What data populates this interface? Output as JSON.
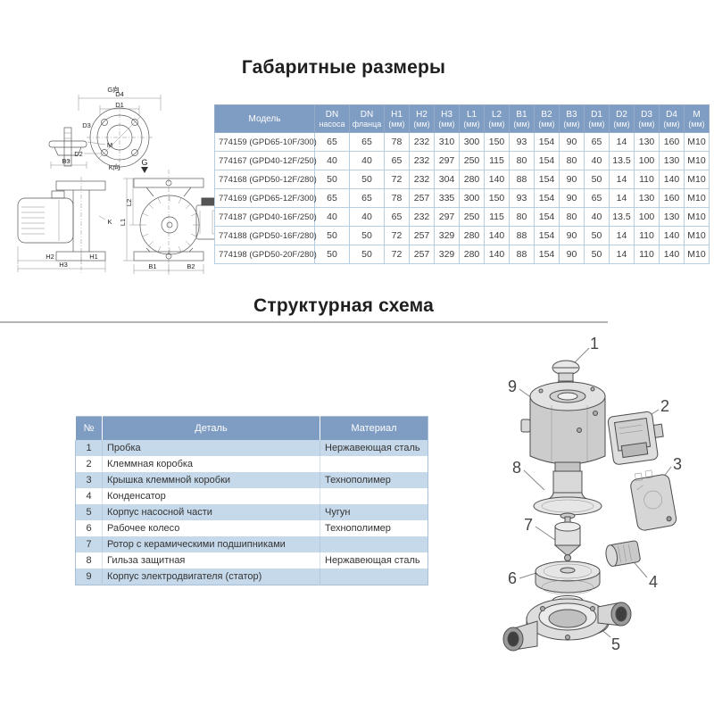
{
  "sections": {
    "dimensions_title": "Габаритные размеры",
    "structure_title": "Структурная схема"
  },
  "dims_table": {
    "headers": [
      {
        "a": "Модель",
        "b": ""
      },
      {
        "a": "DN",
        "b": "насоса"
      },
      {
        "a": "DN",
        "b": "фланца"
      },
      {
        "a": "H1",
        "b": "(мм)"
      },
      {
        "a": "H2",
        "b": "(мм)"
      },
      {
        "a": "H3",
        "b": "(мм)"
      },
      {
        "a": "L1",
        "b": "(мм)"
      },
      {
        "a": "L2",
        "b": "(мм)"
      },
      {
        "a": "B1",
        "b": "(мм)"
      },
      {
        "a": "B2",
        "b": "(мм)"
      },
      {
        "a": "B3",
        "b": "(мм)"
      },
      {
        "a": "D1",
        "b": "(мм)"
      },
      {
        "a": "D2",
        "b": "(мм)"
      },
      {
        "a": "D3",
        "b": "(мм)"
      },
      {
        "a": "D4",
        "b": "(мм)"
      },
      {
        "a": "M",
        "b": "(мм)"
      }
    ],
    "rows": [
      [
        "774159 (GPD65-10F/300)",
        "65",
        "65",
        "78",
        "232",
        "310",
        "300",
        "150",
        "93",
        "154",
        "90",
        "65",
        "14",
        "130",
        "160",
        "M10"
      ],
      [
        "774167 (GPD40-12F/250)",
        "40",
        "40",
        "65",
        "232",
        "297",
        "250",
        "115",
        "80",
        "154",
        "80",
        "40",
        "13.5",
        "100",
        "130",
        "M10"
      ],
      [
        "774168 (GPD50-12F/280)",
        "50",
        "50",
        "72",
        "232",
        "304",
        "280",
        "140",
        "88",
        "154",
        "90",
        "50",
        "14",
        "110",
        "140",
        "M10"
      ],
      [
        "774169 (GPD65-12F/300)",
        "65",
        "65",
        "78",
        "257",
        "335",
        "300",
        "150",
        "93",
        "154",
        "90",
        "65",
        "14",
        "130",
        "160",
        "M10"
      ],
      [
        "774187 (GPD40-16F/250)",
        "40",
        "40",
        "65",
        "232",
        "297",
        "250",
        "115",
        "80",
        "154",
        "80",
        "40",
        "13.5",
        "100",
        "130",
        "M10"
      ],
      [
        "774188 (GPD50-16F/280)",
        "50",
        "50",
        "72",
        "257",
        "329",
        "280",
        "140",
        "88",
        "154",
        "90",
        "50",
        "14",
        "110",
        "140",
        "M10"
      ],
      [
        "774198 (GPD50-20F/280)",
        "50",
        "50",
        "72",
        "257",
        "329",
        "280",
        "140",
        "88",
        "154",
        "90",
        "50",
        "14",
        "110",
        "140",
        "M10"
      ]
    ]
  },
  "parts_table": {
    "headers": [
      "№",
      "Деталь",
      "Материал"
    ],
    "rows": [
      [
        "1",
        "Пробка",
        "Нержавеющая сталь"
      ],
      [
        "2",
        "Клеммная коробка",
        ""
      ],
      [
        "3",
        "Крышка клеммной коробки",
        "Технополимер"
      ],
      [
        "4",
        "Конденсатор",
        ""
      ],
      [
        "5",
        "Корпус насосной части",
        "Чугун"
      ],
      [
        "6",
        "Рабочее колесо",
        "Технополимер"
      ],
      [
        "7",
        "Ротор с керамическими подшипниками",
        ""
      ],
      [
        "8",
        "Гильза защитная",
        "Нержавеющая сталь"
      ],
      [
        "9",
        "Корпус электродвигателя (статор)",
        ""
      ]
    ]
  },
  "dim_drawing": {
    "labels": {
      "g_view": "G向",
      "k_view": "K向",
      "g": "G",
      "k": "K",
      "m": "M",
      "d1": "D1",
      "d2": "D2",
      "d3": "D3",
      "d4": "D4",
      "h1": "H1",
      "h2": "H2",
      "h3": "H3",
      "l1": "L1",
      "l2": "L2",
      "b1": "B1",
      "b2": "B2",
      "b3": "B3"
    }
  },
  "exploded_diagram": {
    "callouts": [
      "1",
      "2",
      "3",
      "4",
      "5",
      "6",
      "7",
      "8",
      "9"
    ]
  },
  "colors": {
    "table_header_bg": "#7f9cc2",
    "table_alt_row": "#c6d9ea",
    "table_border": "#b7cde0",
    "divider": "#b3b3b3"
  }
}
